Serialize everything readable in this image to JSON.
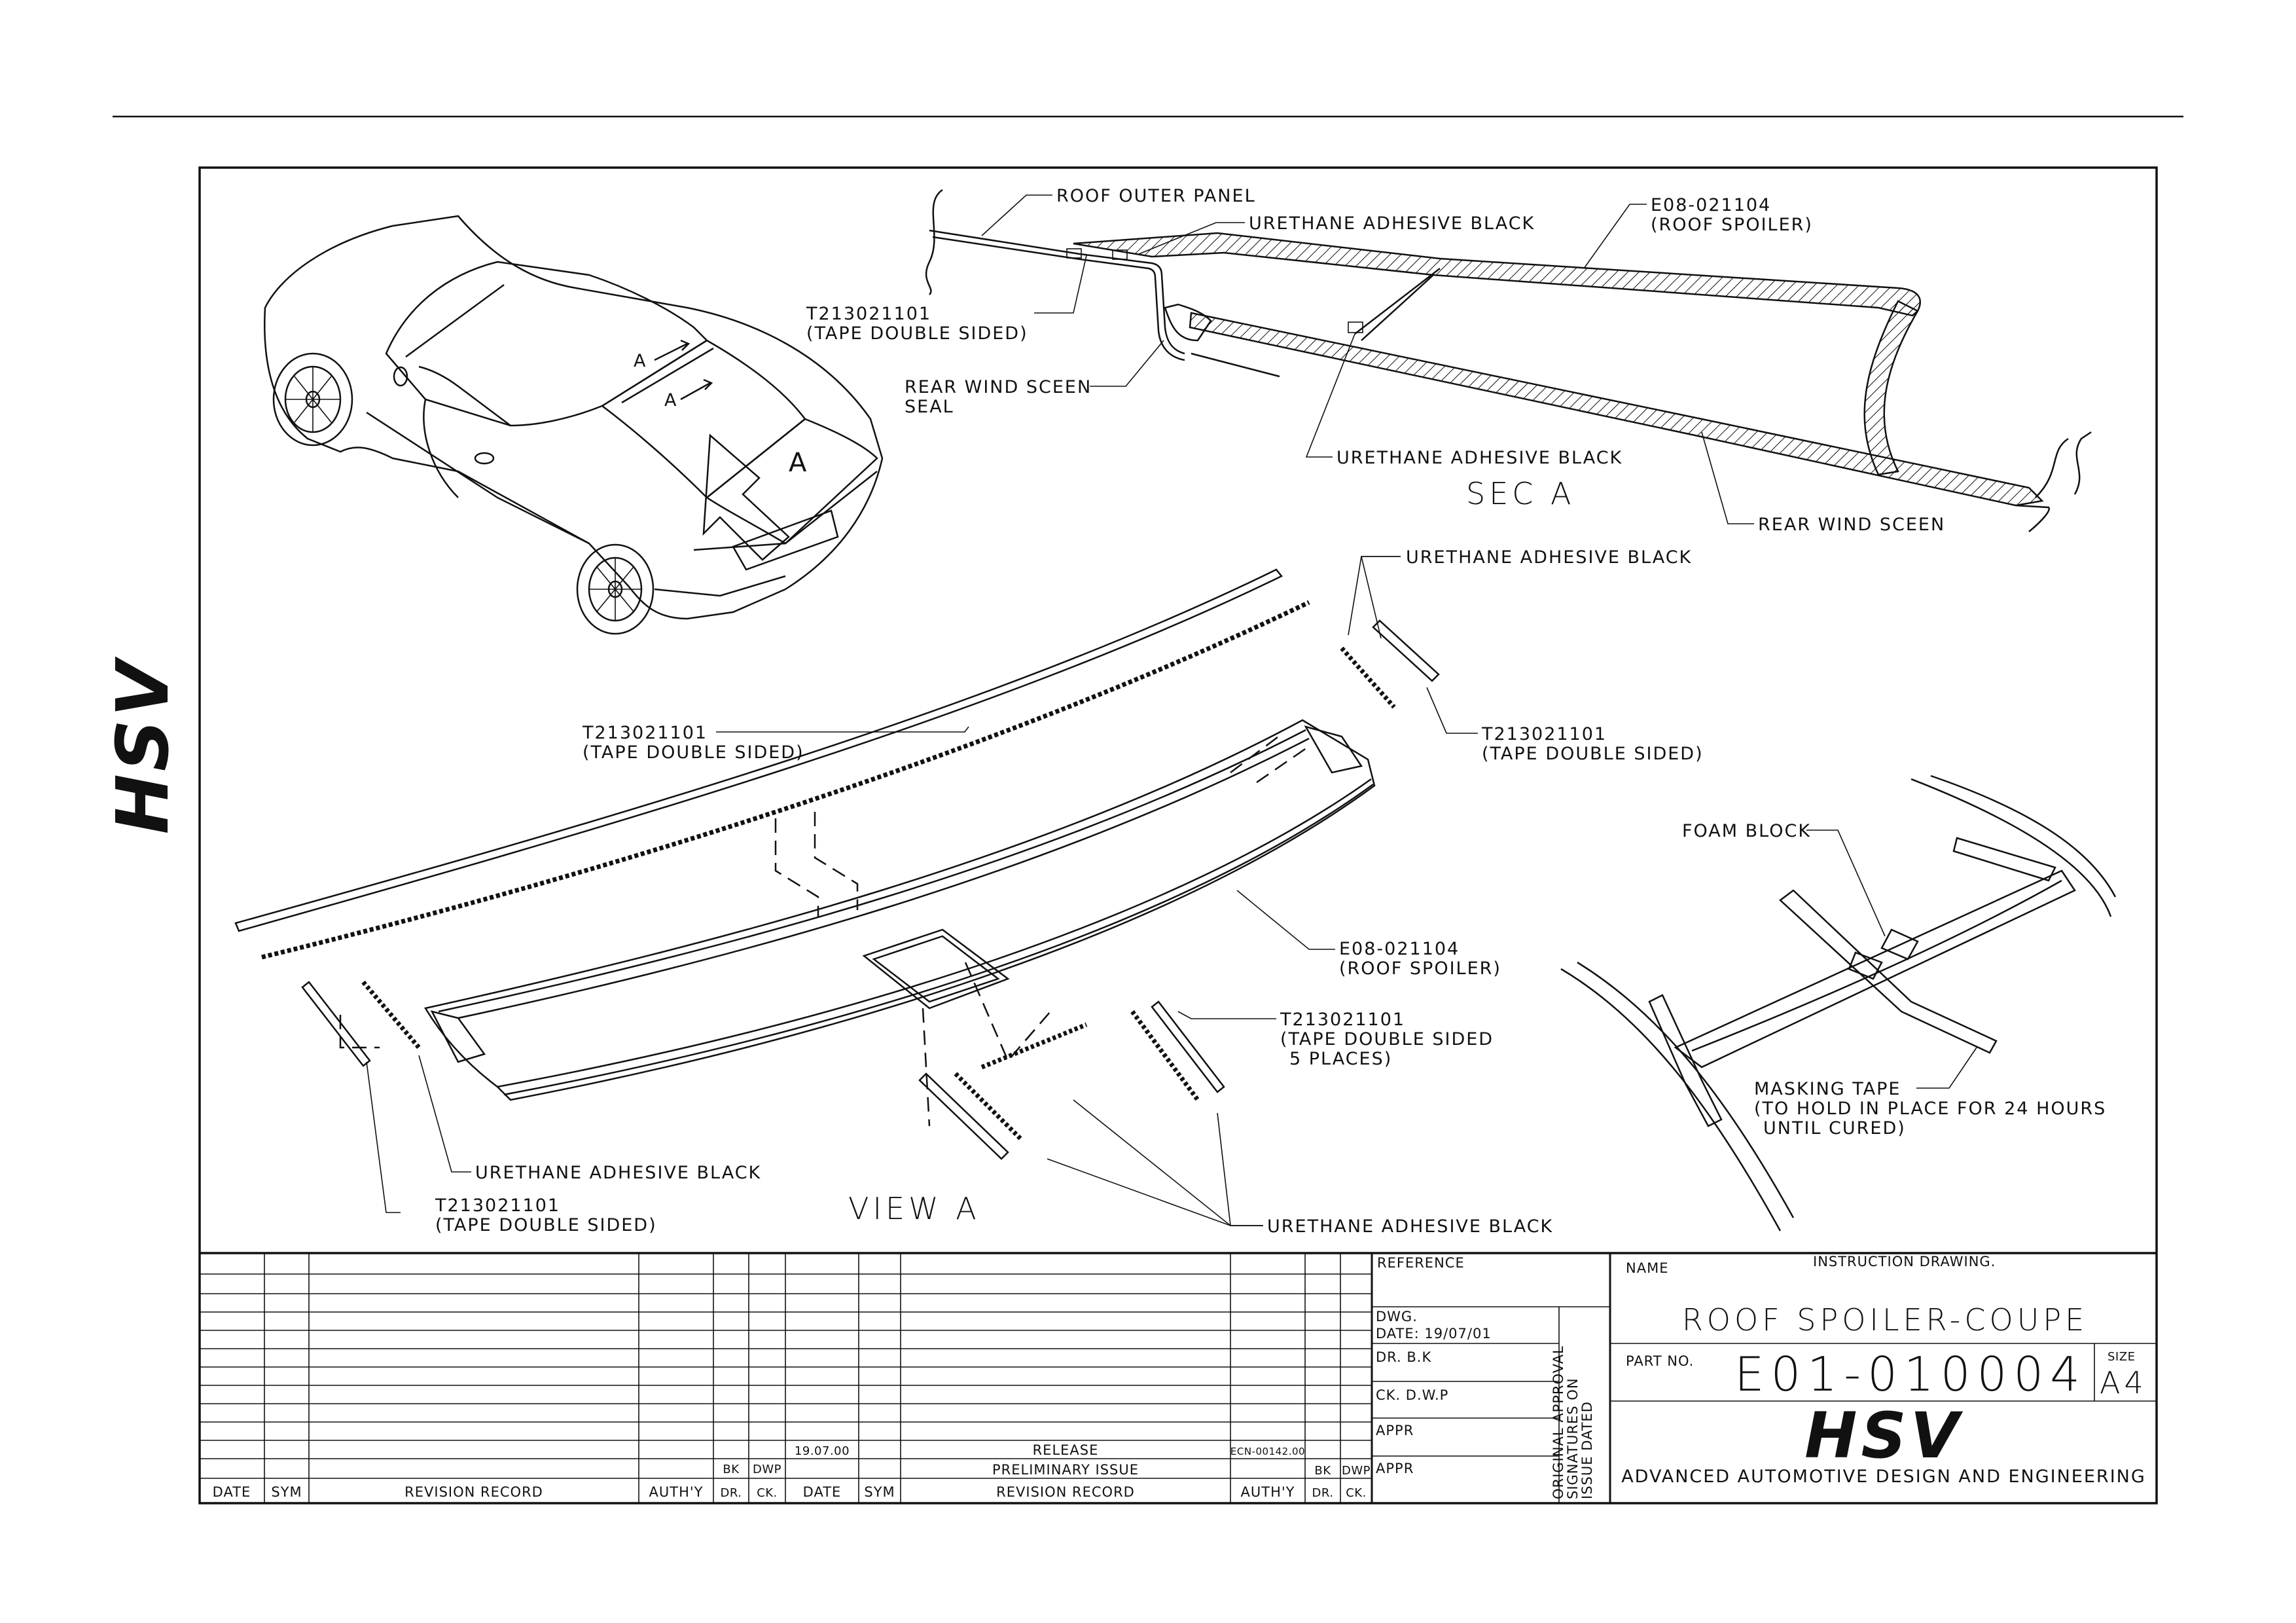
{
  "section_view": {
    "title": "SEC A",
    "labels": {
      "roof_outer_panel": "ROOF OUTER PANEL",
      "urethane_top": "URETHANE ADHESIVE BLACK",
      "spoiler_part_line1": "E08-021104",
      "spoiler_part_line2": "(ROOF SPOILER)",
      "tape_line1": "T213021101",
      "tape_line2": "(TAPE DOUBLE SIDED)",
      "seal_line1": "REAR WIND SCEEN",
      "seal_line2": "SEAL",
      "urethane_bottom": "URETHANE ADHESIVE BLACK",
      "rear_wind_sceen": "REAR WIND SCEEN"
    }
  },
  "car_view": {
    "view_markers": [
      "A",
      "A",
      "A"
    ]
  },
  "exploded_view": {
    "title": "VIEW A",
    "labels": {
      "urethane_top_right": "URETHANE ADHESIVE BLACK",
      "tape_left_line1": "T213021101",
      "tape_left_line2": "(TAPE DOUBLE SIDED)",
      "tape_right_line1": "T213021101",
      "tape_right_line2": "(TAPE DOUBLE SIDED)",
      "spoiler_line1": "E08-021104",
      "spoiler_line2": "(ROOF SPOILER)",
      "tape_mid_line1": "T213021101",
      "tape_mid_line2": "(TAPE DOUBLE SIDED",
      "tape_mid_line3": "5 PLACES)",
      "urethane_left": "URETHANE ADHESIVE BLACK",
      "tape_bottom_line1": "T213021101",
      "tape_bottom_line2": "(TAPE DOUBLE SIDED)",
      "urethane_bottom": "URETHANE ADHESIVE BLACK"
    }
  },
  "detail_view": {
    "labels": {
      "foam_block": "FOAM BLOCK",
      "masking_line1": "MASKING TAPE",
      "masking_line2": "(TO HOLD IN PLACE FOR 24 HOURS",
      "masking_line3": "UNTIL CURED)"
    }
  },
  "side_logo": "HSV",
  "title_block": {
    "reference_label": "REFERENCE",
    "name_label": "NAME",
    "instruction": "INSTRUCTION DRAWING.",
    "drawing_name": "ROOF SPOILER-COUPE",
    "part_no_label": "PART NO.",
    "part_no": "E01-010004",
    "size_label": "SIZE",
    "size": "A4",
    "dwg_label": "DWG.",
    "dwg_date": "DATE: 19/07/01",
    "drawn_by": "DR. B.K",
    "checked_by": "CK. D.W.P",
    "appr1": "APPR",
    "appr2": "APPR",
    "approval_line1": "ORIGINAL APPROVAL",
    "approval_line2": "SIGNATURES ON",
    "approval_line3": "ISSUE DATED",
    "logo": "HSV",
    "company": "ADVANCED AUTOMOTIVE DESIGN AND ENGINEERING",
    "revision_headers": [
      "DATE",
      "SYM",
      "REVISION RECORD",
      "AUTH'Y",
      "DR.",
      "CK."
    ],
    "revision_rows": [
      {
        "date": "19.07.00",
        "sym": "",
        "record": "RELEASE",
        "auth": "ECN-00142.00",
        "dr": "",
        "ck": ""
      },
      {
        "date": "",
        "sym": "",
        "record": "PRELIMINARY ISSUE",
        "auth": "",
        "dr": "BK",
        "ck": "DWP"
      }
    ],
    "left_small": [
      "BK",
      "DWP"
    ]
  }
}
